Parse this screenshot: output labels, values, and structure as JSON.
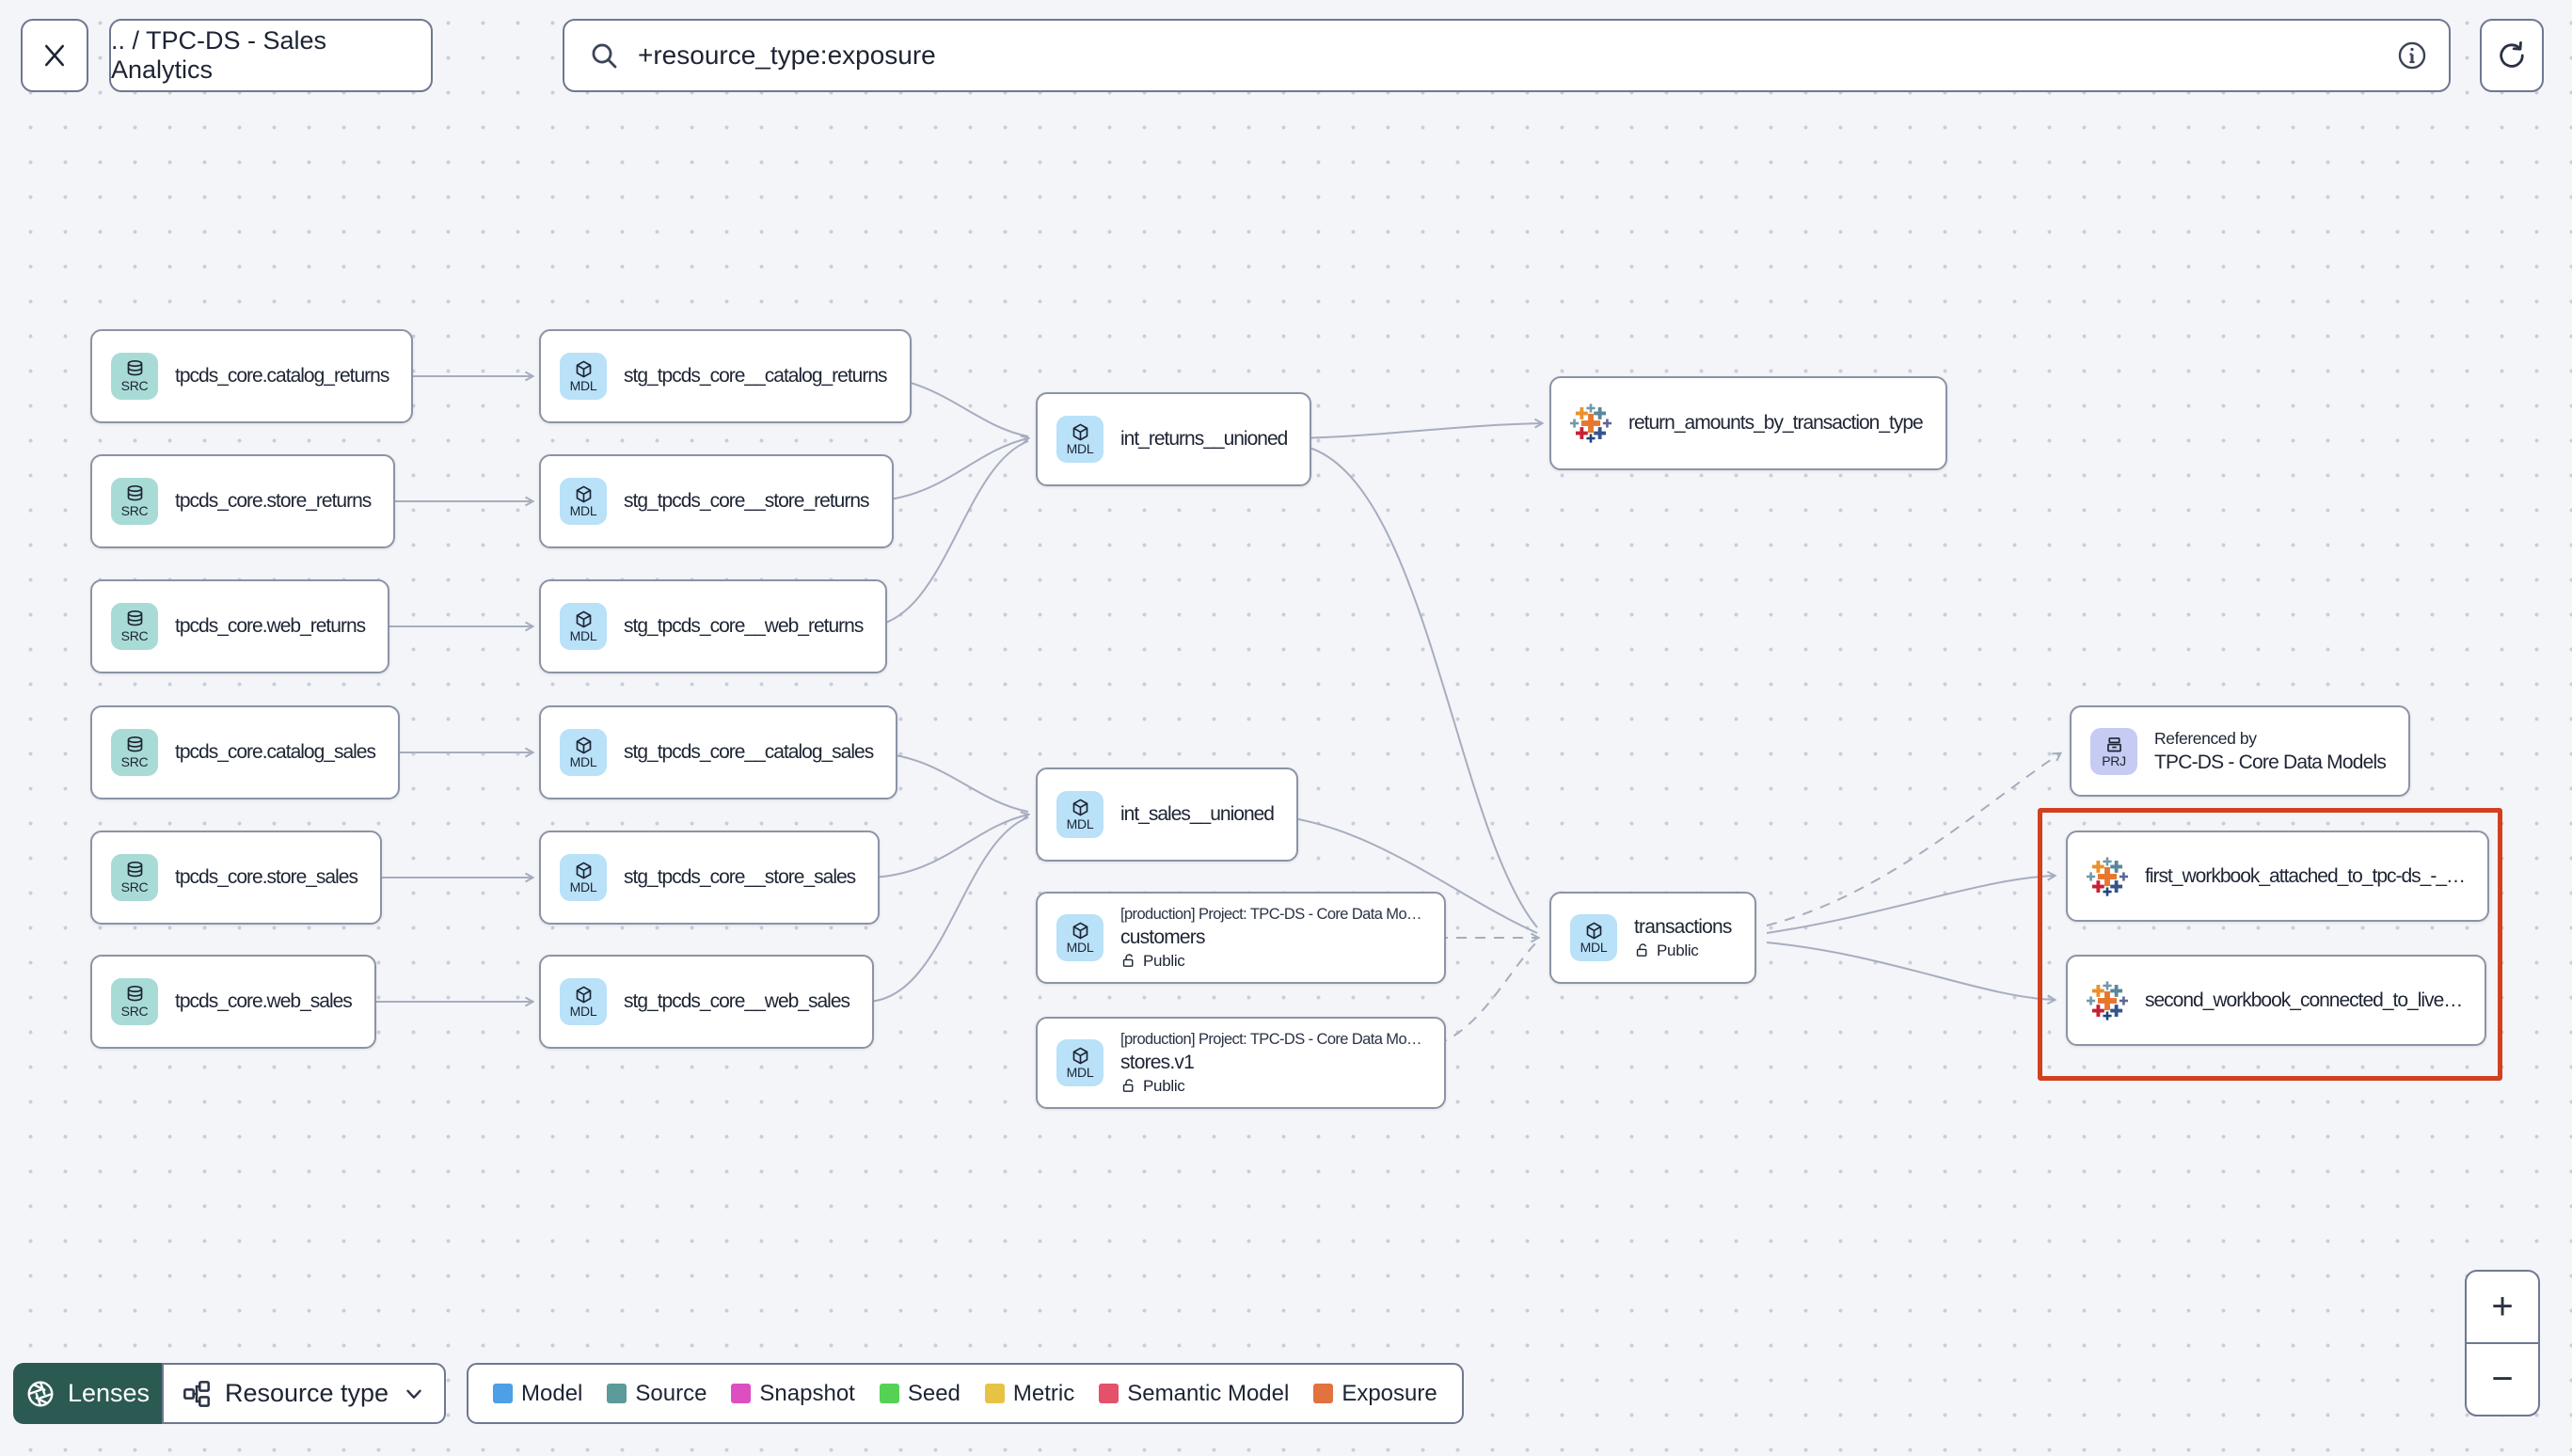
{
  "header": {
    "breadcrumb": ".. / TPC-DS - Sales Analytics",
    "search_value": "+resource_type:exposure"
  },
  "badges": {
    "src": "SRC",
    "mdl": "MDL",
    "prj": "PRJ"
  },
  "graph": {
    "sources": [
      {
        "label": "tpcds_core.catalog_returns"
      },
      {
        "label": "tpcds_core.store_returns"
      },
      {
        "label": "tpcds_core.web_returns"
      },
      {
        "label": "tpcds_core.catalog_sales"
      },
      {
        "label": "tpcds_core.store_sales"
      },
      {
        "label": "tpcds_core.web_sales"
      }
    ],
    "staging": [
      {
        "label": "stg_tpcds_core__catalog_returns"
      },
      {
        "label": "stg_tpcds_core__store_returns"
      },
      {
        "label": "stg_tpcds_core__web_returns"
      },
      {
        "label": "stg_tpcds_core__catalog_sales"
      },
      {
        "label": "stg_tpcds_core__store_sales"
      },
      {
        "label": "stg_tpcds_core__web_sales"
      }
    ],
    "int_models": [
      {
        "label": "int_returns__unioned"
      },
      {
        "label": "int_sales__unioned"
      }
    ],
    "project_models": [
      {
        "project": "[production] Project: TPC-DS - Core Data Mo…",
        "label": "customers",
        "access": "Public"
      },
      {
        "project": "[production] Project: TPC-DS - Core Data Mo…",
        "label": "stores.v1",
        "access": "Public"
      }
    ],
    "transactions": {
      "label": "transactions",
      "access": "Public"
    },
    "exposures": [
      {
        "label": "return_amounts_by_transaction_type"
      },
      {
        "label": "first_workbook_attached_to_tpc-ds_-_…"
      },
      {
        "label": "second_workbook_connected_to_live…"
      }
    ],
    "referenced_by": {
      "title": "Referenced by",
      "label": "TPC-DS - Core Data Models"
    },
    "highlight_color": "#d2401f"
  },
  "footer": {
    "lenses_label": "Lenses",
    "resource_type_label": "Resource type",
    "legend": [
      {
        "label": "Model",
        "color": "#4d9fe6"
      },
      {
        "label": "Source",
        "color": "#5b9b99"
      },
      {
        "label": "Snapshot",
        "color": "#dd4fc0"
      },
      {
        "label": "Seed",
        "color": "#55d255"
      },
      {
        "label": "Metric",
        "color": "#e6c344"
      },
      {
        "label": "Semantic Model",
        "color": "#e5506a"
      },
      {
        "label": "Exposure",
        "color": "#e2723f"
      }
    ],
    "zoom_in": "+",
    "zoom_out": "−"
  }
}
